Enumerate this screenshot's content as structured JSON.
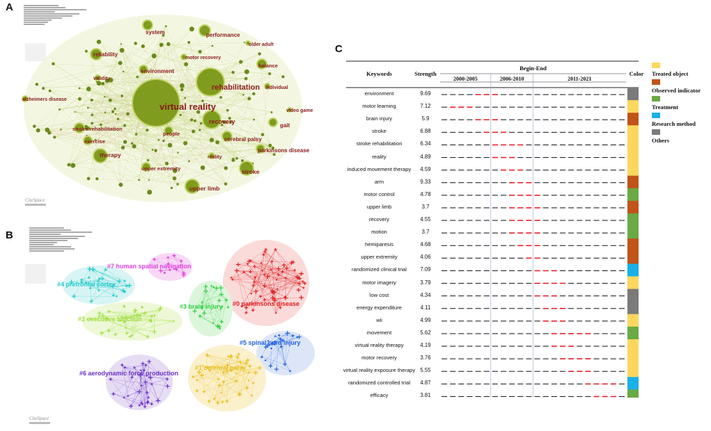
{
  "panel_labels": {
    "a": "A",
    "b": "B",
    "c": "C"
  },
  "citespace_logo": "CiteSpace",
  "panelA": {
    "keywords": [
      {
        "text": "virtual reality",
        "size": 13
      },
      {
        "text": "rehabilitation",
        "size": 11
      },
      {
        "text": "system",
        "size": 8
      },
      {
        "text": "performance",
        "size": 8
      },
      {
        "text": "older adult",
        "size": 7
      },
      {
        "text": "reliability",
        "size": 8
      },
      {
        "text": "motor recovery",
        "size": 7
      },
      {
        "text": "balance",
        "size": 7.5
      },
      {
        "text": "environment",
        "size": 8
      },
      {
        "text": "validity",
        "size": 7
      },
      {
        "text": "individual",
        "size": 7
      },
      {
        "text": "alzheimers disease",
        "size": 7
      },
      {
        "text": "video game",
        "size": 7
      },
      {
        "text": "recovery",
        "size": 9
      },
      {
        "text": "gait",
        "size": 8
      },
      {
        "text": "stroke rehabilitation",
        "size": 7.5
      },
      {
        "text": "people",
        "size": 7.5
      },
      {
        "text": "cerebral palsy",
        "size": 8
      },
      {
        "text": "exercise",
        "size": 7.5
      },
      {
        "text": "parkinsons disease",
        "size": 8
      },
      {
        "text": "therapy",
        "size": 8.5
      },
      {
        "text": "reality",
        "size": 7
      },
      {
        "text": "upper extremity",
        "size": 7.5
      },
      {
        "text": "stroke",
        "size": 8.5
      },
      {
        "text": "upper limb",
        "size": 8.5
      }
    ]
  },
  "panelB": {
    "clusters": [
      {
        "text": "#7 human spatial navigation",
        "color": "#e040e0",
        "size": 9
      },
      {
        "text": "#4 prefrontal cortex",
        "color": "#20c8c8",
        "size": 9
      },
      {
        "text": "#0 parkinsons disease",
        "color": "#e02020",
        "size": 9
      },
      {
        "text": "#2 executive function",
        "color": "#a0e040",
        "size": 9
      },
      {
        "text": "#3 brain injury",
        "color": "#30d040",
        "size": 9
      },
      {
        "text": "#5 spinal cord injury",
        "color": "#2060e0",
        "size": 9
      },
      {
        "text": "#6 aerodynamic force production",
        "color": "#6a30c8",
        "size": 9
      },
      {
        "text": "#1 cerebral palsy",
        "color": "#e8c020",
        "size": 9
      }
    ]
  },
  "panelC": {
    "headers": {
      "keywords": "Keywords",
      "strength": "Strength",
      "begin_end": "Begin-End",
      "color": "Color",
      "periods": [
        "2000-2005",
        "2006-2010",
        "2011-2021"
      ]
    },
    "rows": [
      {
        "keyword": "environment",
        "strength": "9.69",
        "red": [
          4,
          7
        ],
        "category": 4
      },
      {
        "keyword": "motor learning",
        "strength": "7.12",
        "red": [
          1,
          4
        ],
        "category": 0
      },
      {
        "keyword": "brain injury",
        "strength": "5.9",
        "red": [
          4,
          7
        ],
        "category": 1
      },
      {
        "keyword": "stroke",
        "strength": "6.88",
        "red": [
          5,
          8
        ],
        "category": 0
      },
      {
        "keyword": "stroke rehabilitation",
        "strength": "6.34",
        "red": [
          6,
          10
        ],
        "category": 0
      },
      {
        "keyword": "reality",
        "strength": "4.89",
        "red": [
          6,
          9
        ],
        "category": 0
      },
      {
        "keyword": "induced movement therapy",
        "strength": "4.59",
        "red": [
          7,
          10
        ],
        "category": 0
      },
      {
        "keyword": "arm",
        "strength": "9.33",
        "red": [
          8,
          11
        ],
        "category": 1
      },
      {
        "keyword": "motor control",
        "strength": "4.78",
        "red": [
          8,
          12
        ],
        "category": 2
      },
      {
        "keyword": "upper limb",
        "strength": "3.7",
        "red": [
          8,
          12
        ],
        "category": 1
      },
      {
        "keyword": "recovery",
        "strength": "4.55",
        "red": [
          8,
          12
        ],
        "category": 2
      },
      {
        "keyword": "motion",
        "strength": "3.7",
        "red": [
          8,
          12
        ],
        "category": 2
      },
      {
        "keyword": "hemiparesis",
        "strength": "4.68",
        "red": [
          9,
          12
        ],
        "category": 1
      },
      {
        "keyword": "upper extremity",
        "strength": "4.06",
        "red": [
          10,
          12
        ],
        "category": 1
      },
      {
        "keyword": "randomized clinical trial",
        "strength": "7.09",
        "red": [
          11,
          14
        ],
        "category": 3
      },
      {
        "keyword": "motor imagery",
        "strength": "3.79",
        "red": [
          11,
          15
        ],
        "category": 0
      },
      {
        "keyword": "low cost",
        "strength": "4.34",
        "red": [
          11,
          14
        ],
        "category": 4
      },
      {
        "keyword": "energy expenditure",
        "strength": "4.11",
        "red": [
          12,
          15
        ],
        "category": 4
      },
      {
        "keyword": "wii",
        "strength": "4.99",
        "red": [
          12,
          15
        ],
        "category": 0
      },
      {
        "keyword": "movement",
        "strength": "5.62",
        "red": [
          13,
          18
        ],
        "category": 2
      },
      {
        "keyword": "virtual reality therapy",
        "strength": "4.19",
        "red": [
          13,
          16
        ],
        "category": 0
      },
      {
        "keyword": "motor recovery",
        "strength": "3.76",
        "red": [
          14,
          18
        ],
        "category": 0
      },
      {
        "keyword": "virtual reality exposure therapy",
        "strength": "5.55",
        "red": [
          15,
          18
        ],
        "category": 0
      },
      {
        "keyword": "randomized controlled trial",
        "strength": "4.87",
        "red": [
          17,
          21
        ],
        "category": 3
      },
      {
        "keyword": "efficacy",
        "strength": "3.81",
        "red": [
          18,
          21
        ],
        "category": 2
      }
    ],
    "legend": [
      {
        "label": "Treated object",
        "color": "#fcd75f"
      },
      {
        "label": "Observed indicator",
        "color": "#c0541a"
      },
      {
        "label": "Treatment",
        "color": "#6aaa45"
      },
      {
        "label": "Research method",
        "color": "#1ab0e8"
      },
      {
        "label": "Others",
        "color": "#7a7a7a"
      }
    ]
  }
}
